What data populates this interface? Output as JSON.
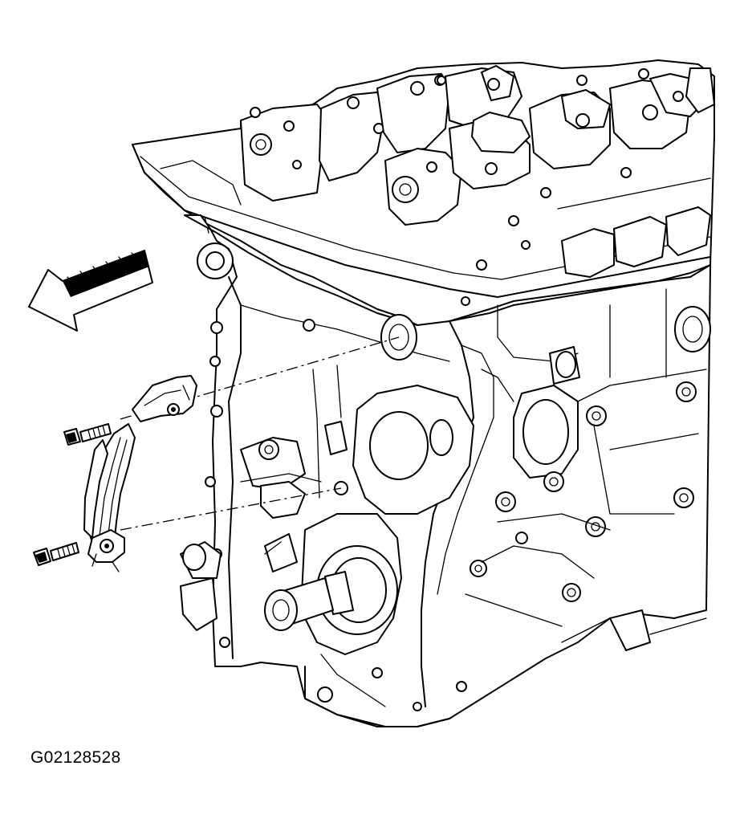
{
  "figure": {
    "code": "G02128528",
    "parts": {
      "engine": "engine-block-front-view",
      "arrow": "direction-arrow-icon",
      "guide": "timing-chain-guide",
      "bolt_upper": "upper-bolt-icon",
      "bolt_lower": "lower-bolt-icon"
    }
  }
}
